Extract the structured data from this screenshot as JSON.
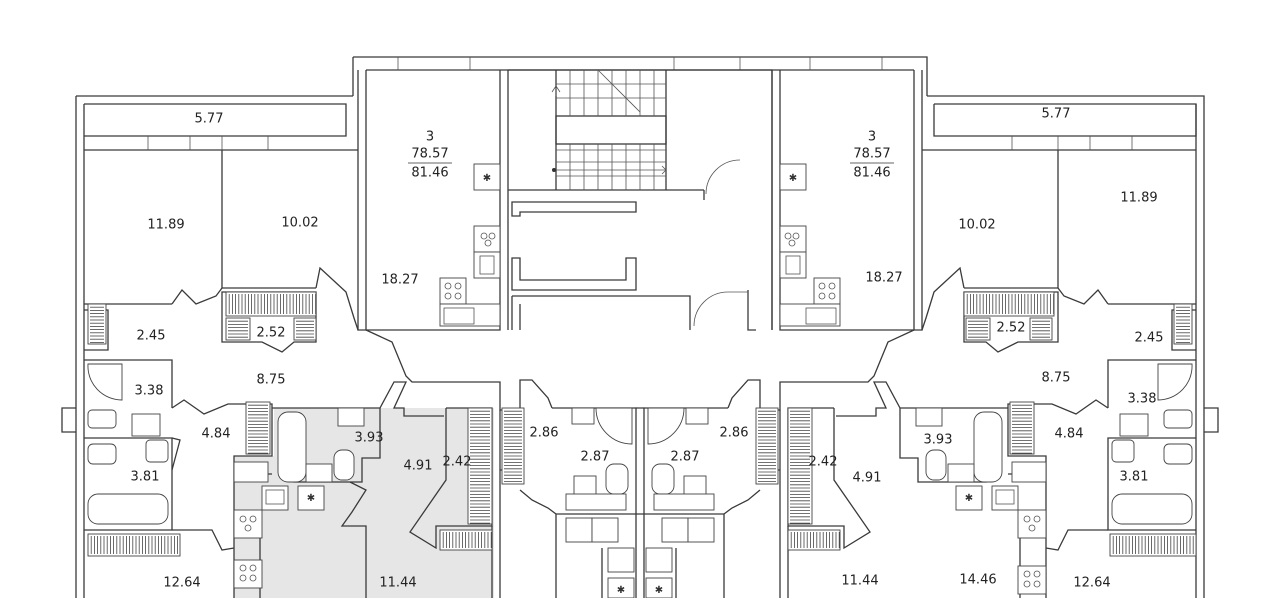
{
  "plan": {
    "apartments": [
      {
        "id": "apt-left",
        "rooms_label": "3",
        "living_area": "78.57",
        "total_area": "81.46"
      },
      {
        "id": "apt-right",
        "rooms_label": "3",
        "living_area": "78.57",
        "total_area": "81.46"
      }
    ],
    "room_areas": [
      {
        "id": "balcony-left",
        "value": "5.77"
      },
      {
        "id": "balcony-right",
        "value": "5.77"
      },
      {
        "id": "bedroom-left-outer",
        "value": "11.89"
      },
      {
        "id": "bedroom-left-inner",
        "value": "10.02"
      },
      {
        "id": "bedroom-right-inner",
        "value": "10.02"
      },
      {
        "id": "bedroom-right-outer",
        "value": "11.89"
      },
      {
        "id": "kitchen-left",
        "value": "18.27"
      },
      {
        "id": "kitchen-right",
        "value": "18.27"
      },
      {
        "id": "closet-left-a",
        "value": "2.45"
      },
      {
        "id": "closet-left-b",
        "value": "2.52"
      },
      {
        "id": "closet-right-b",
        "value": "2.52"
      },
      {
        "id": "closet-right-a",
        "value": "2.45"
      },
      {
        "id": "bath-left-a",
        "value": "3.38"
      },
      {
        "id": "bath-right-a",
        "value": "3.38"
      },
      {
        "id": "hall-left",
        "value": "8.75"
      },
      {
        "id": "hall-right",
        "value": "8.75"
      },
      {
        "id": "corridor-left",
        "value": "4.84"
      },
      {
        "id": "corridor-right",
        "value": "4.84"
      },
      {
        "id": "bath-left-b",
        "value": "3.81"
      },
      {
        "id": "bath-right-b",
        "value": "3.81"
      },
      {
        "id": "bath-left-c",
        "value": "3.93"
      },
      {
        "id": "bath-right-c",
        "value": "3.93"
      },
      {
        "id": "hall-left-b",
        "value": "4.91"
      },
      {
        "id": "hall-right-b",
        "value": "4.91"
      },
      {
        "id": "closet-left-c",
        "value": "2.42"
      },
      {
        "id": "closet-right-c",
        "value": "2.42"
      },
      {
        "id": "hall-center-left",
        "value": "2.86"
      },
      {
        "id": "hall-center-right",
        "value": "2.86"
      },
      {
        "id": "bath-center-left",
        "value": "2.87"
      },
      {
        "id": "bath-center-right",
        "value": "2.87"
      },
      {
        "id": "room-left-bottom",
        "value": "12.64"
      },
      {
        "id": "room-left-mid",
        "value": "11.44"
      },
      {
        "id": "room-right-mid",
        "value": "11.44"
      },
      {
        "id": "room-right-kitchen",
        "value": "14.46"
      },
      {
        "id": "room-right-bottom",
        "value": "12.64"
      }
    ]
  }
}
